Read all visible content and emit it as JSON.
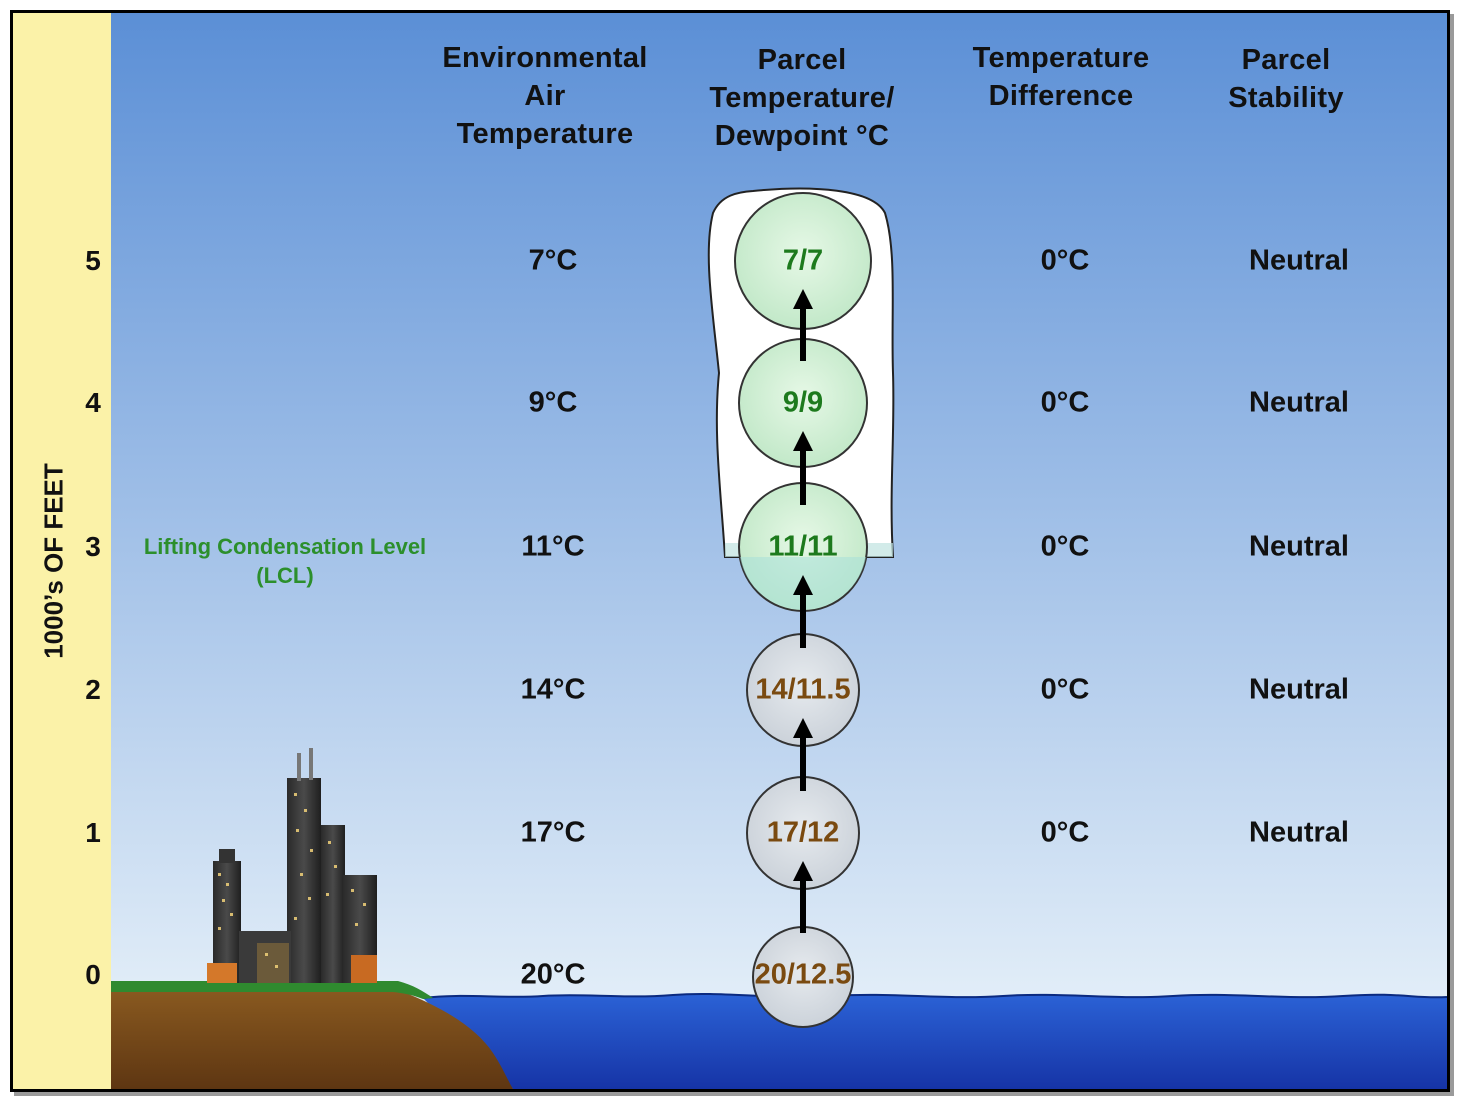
{
  "headers": {
    "env": [
      "Environmental",
      "Air",
      "Temperature"
    ],
    "parcel": [
      "Parcel",
      "Temperature/",
      "Dewpoint °C"
    ],
    "diff": [
      "Temperature",
      "Difference"
    ],
    "stab": [
      "Parcel",
      "Stability"
    ]
  },
  "axis": {
    "title": "1000’s OF FEET",
    "levels": [
      "5",
      "4",
      "3",
      "2",
      "1",
      "0"
    ]
  },
  "lcl_label": [
    "Lifting Condensation Level",
    "(LCL)"
  ],
  "rows": [
    {
      "altitude": "5",
      "env_temp": "7°C",
      "parcel": "7/7",
      "diff": "0°C",
      "stability": "Neutral",
      "saturated": true
    },
    {
      "altitude": "4",
      "env_temp": "9°C",
      "parcel": "9/9",
      "diff": "0°C",
      "stability": "Neutral",
      "saturated": true
    },
    {
      "altitude": "3",
      "env_temp": "11°C",
      "parcel": "11/11",
      "diff": "0°C",
      "stability": "Neutral",
      "saturated": true
    },
    {
      "altitude": "2",
      "env_temp": "14°C",
      "parcel": "14/11.5",
      "diff": "0°C",
      "stability": "Neutral",
      "saturated": false
    },
    {
      "altitude": "1",
      "env_temp": "17°C",
      "parcel": "17/12",
      "diff": "0°C",
      "stability": "Neutral",
      "saturated": false
    },
    {
      "altitude": "0",
      "env_temp": "20°C",
      "parcel": "20/12.5",
      "diff": "",
      "stability": "",
      "saturated": false
    }
  ],
  "colors": {
    "sky_top": "#5b8fd6",
    "sky_bottom": "#eef6fb",
    "axis_band": "#fbf2a8",
    "water": "#1f4fc4",
    "ground": "#7a4a1a",
    "grass": "#2f8a2f",
    "saturated_text": "#1d7a1d",
    "unsaturated_text": "#7a4a10",
    "lcl_text": "#2c8f2c"
  }
}
